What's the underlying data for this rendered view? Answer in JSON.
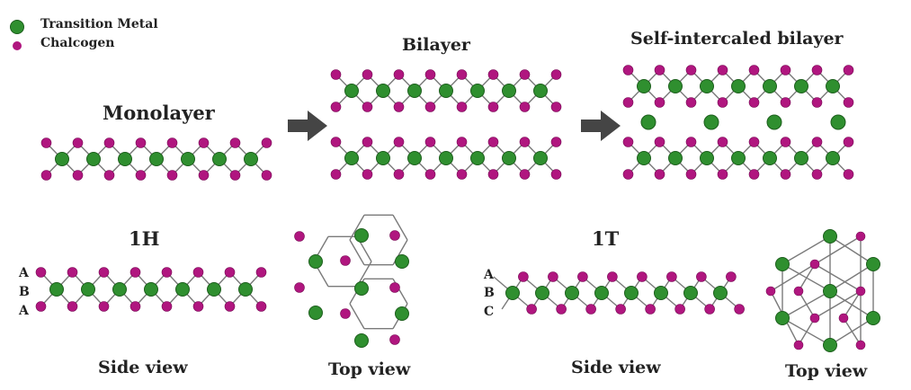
{
  "legend": {
    "metal_label": "Transition Metal",
    "chalcogen_label": "Chalcogen"
  },
  "colors": {
    "metal": "#2f8f2f",
    "metal_edge": "#1c5e1c",
    "chalcogen": "#b0167f",
    "chalcogen_edge": "#7a0d57",
    "bond": "#7a7a7a",
    "arrow": "#454545"
  },
  "titles": {
    "monolayer": "Monolayer",
    "bilayer": "Bilayer",
    "self_intercaled": "Self-intercaled bilayer"
  },
  "phases": {
    "h": {
      "name": "1H",
      "stacking": [
        "A",
        "B",
        "A"
      ],
      "side_label": "Side view",
      "top_label": "Top view"
    },
    "t": {
      "name": "1T",
      "stacking": [
        "A",
        "B",
        "C"
      ],
      "side_label": "Side view",
      "top_label": "Top view"
    }
  }
}
